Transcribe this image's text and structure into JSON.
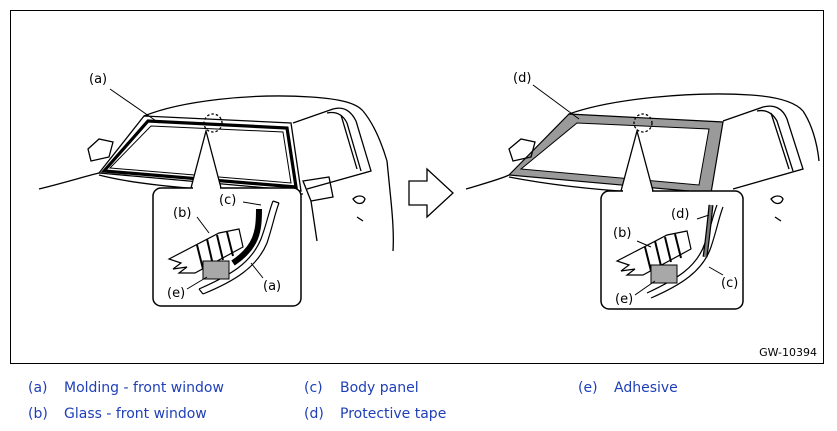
{
  "figure": {
    "id": "GW-10394",
    "left_view": {
      "callouts": {
        "a_main": "(a)",
        "b": "(b)",
        "c": "(c)",
        "a_inset": "(a)",
        "e": "(e)"
      }
    },
    "right_view": {
      "callouts": {
        "d_main": "(d)",
        "b": "(b)",
        "d_inset": "(d)",
        "c": "(c)",
        "e": "(e)"
      }
    },
    "arrow_icon": "right-arrow-icon"
  },
  "legend": [
    {
      "key": "(a)",
      "label": "Molding - front window"
    },
    {
      "key": "(c)",
      "label": "Body panel"
    },
    {
      "key": "(e)",
      "label": "Adhesive"
    },
    {
      "key": "(b)",
      "label": "Glass - front window"
    },
    {
      "key": "(d)",
      "label": "Protective tape"
    }
  ],
  "colors": {
    "legend_text": "#1f3fb8",
    "tape_gray": "#9a9a9a",
    "line": "#000000"
  }
}
